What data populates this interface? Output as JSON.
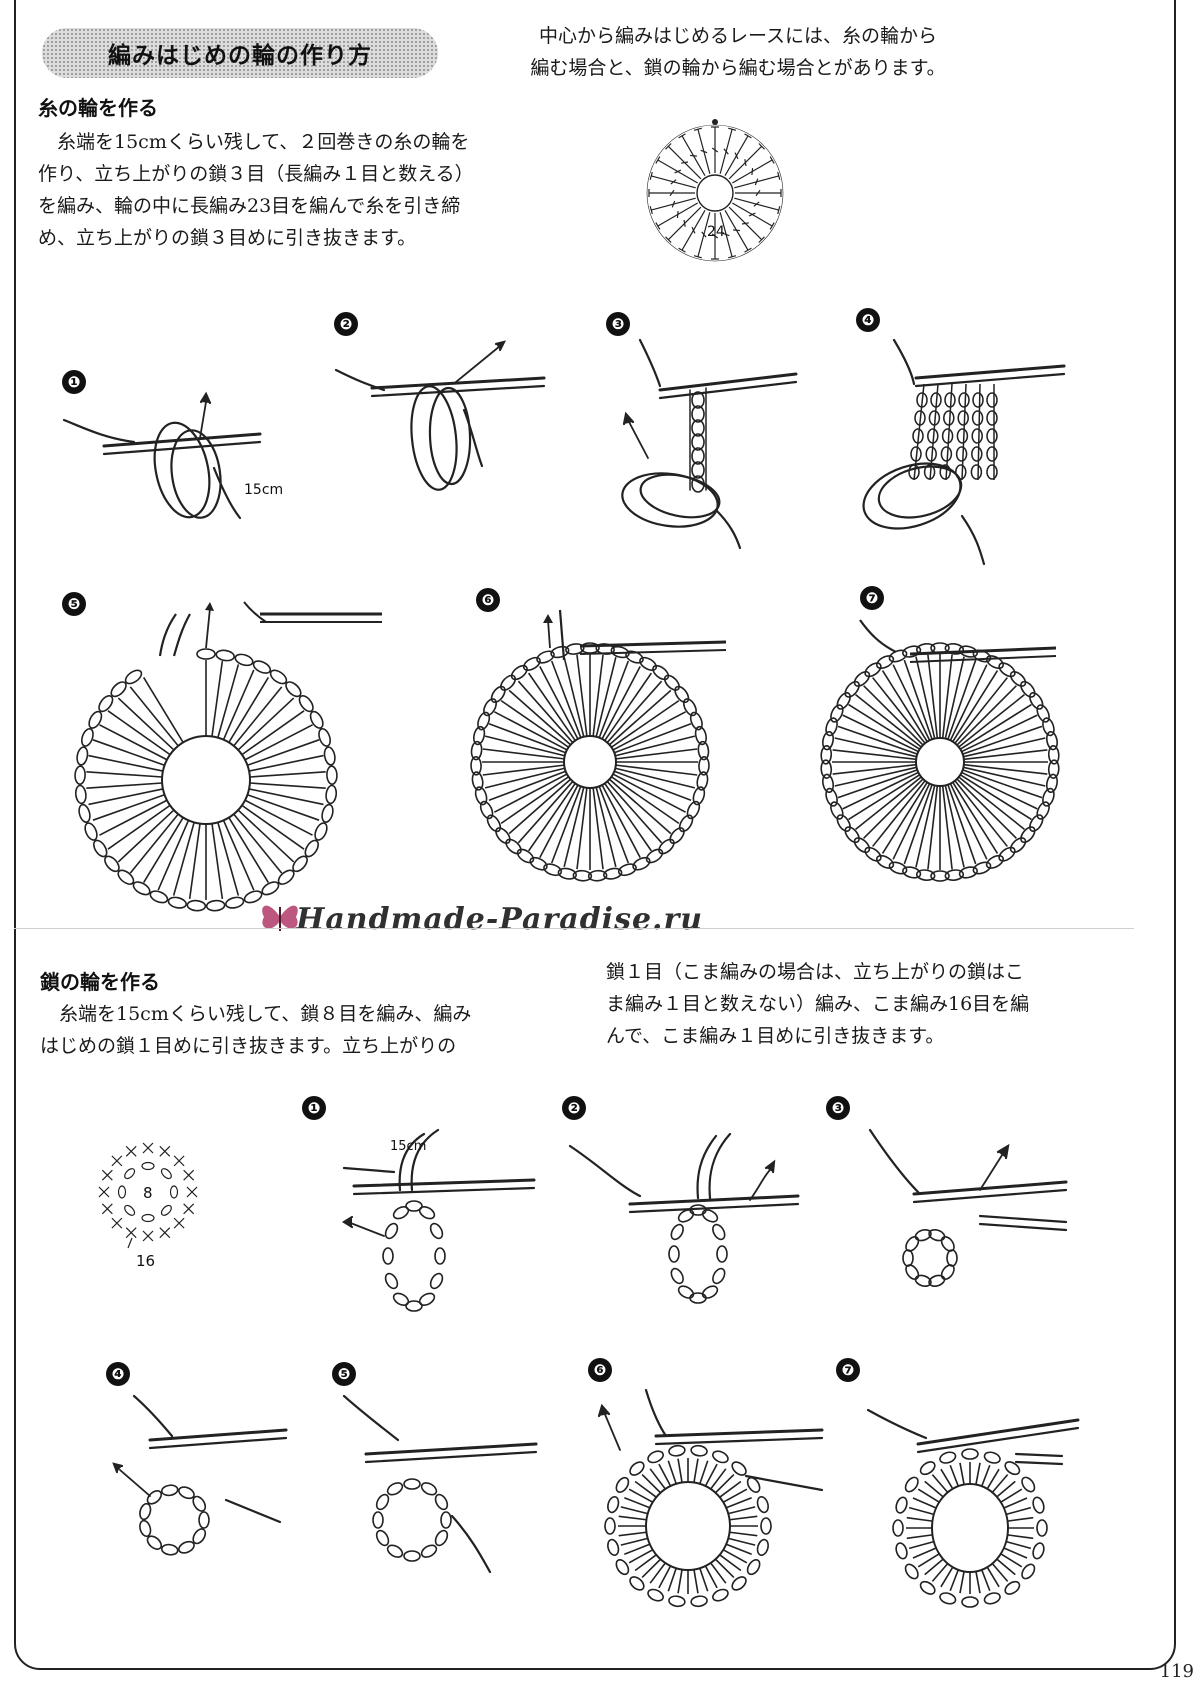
{
  "header": {
    "title": "編みはじめの輪の作り方",
    "intro_lines": [
      "中心から編みはじめるレースには、糸の輪から",
      "編む場合と、鎖の輪から編む場合とがあります。"
    ]
  },
  "section1": {
    "heading": "糸の輪を作る",
    "lines": [
      "　糸端を15cmくらい残して、２回巻きの糸の輪を",
      "作り、立ち上がりの鎖３目（長編み１目と数える）",
      "を編み、輪の中に長編み23目を編んで糸を引き締",
      "め、立ち上がりの鎖３目めに引き抜きます。"
    ],
    "chart_count_label": "24",
    "length_label": "15cm",
    "steps": [
      "❶",
      "❷",
      "❸",
      "❹",
      "❺",
      "❻",
      "❼"
    ]
  },
  "watermark": "Handmade-Paradise.ru",
  "section2": {
    "heading": "鎖の輪を作る",
    "lines_left": [
      "　糸端を15cmくらい残して、鎖８目を編み、編み",
      "はじめの鎖１目めに引き抜きます。立ち上がりの"
    ],
    "lines_right": [
      "鎖１目（こま編みの場合は、立ち上がりの鎖はこ",
      "ま編み１目と数えない）編み、こま編み16目を編",
      "んで、こま編み１目めに引き抜きます。"
    ],
    "chart_center_label": "8",
    "chart_count_label": "16",
    "length_label": "15cm",
    "steps": [
      "❶",
      "❷",
      "❸",
      "❹",
      "❺",
      "❻",
      "❼"
    ]
  },
  "page_number": "119"
}
